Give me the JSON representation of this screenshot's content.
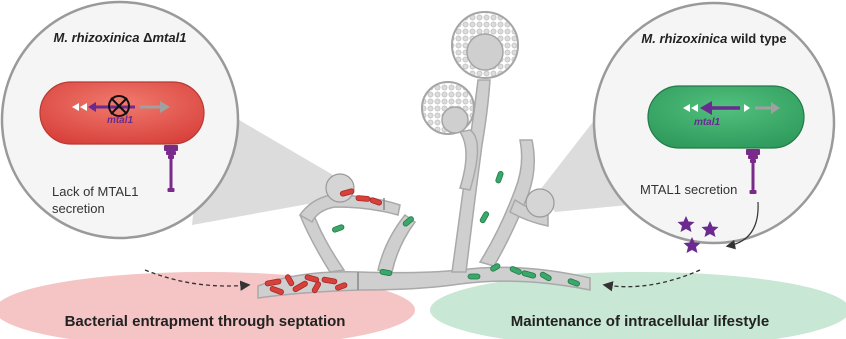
{
  "left_panel": {
    "title_species": "M. rhizoxinica",
    "title_delta": " Δ",
    "title_gene": "mtal1",
    "gene_label": "mtal1",
    "caption_line1": "Lack of MTAL1",
    "caption_line2": "secretion"
  },
  "right_panel": {
    "title_species": "M. rhizoxinica",
    "title_suffix": " wild type",
    "gene_label": "mtal1",
    "caption": "MTAL1 secretion"
  },
  "bottom_labels": {
    "left": "Bacterial entrapment through septation",
    "right": "Maintenance of intracellular lifestyle"
  },
  "colors": {
    "mutant_bacterium": "#e05050",
    "wild_bacterium": "#3aa86a",
    "left_ellipse": "#f4c3c3",
    "right_ellipse": "#c6e6d2",
    "fungus": "#c8c8c8",
    "secretion_system": "#7a2a8a"
  }
}
